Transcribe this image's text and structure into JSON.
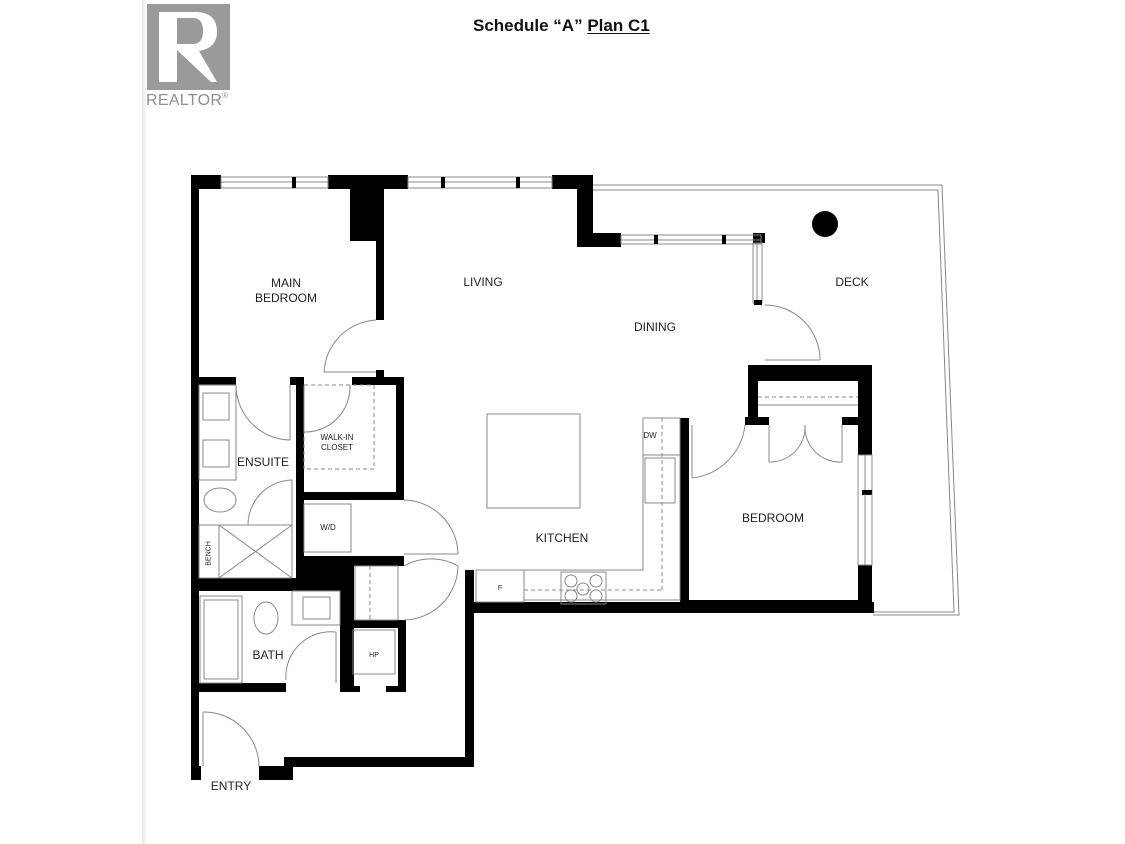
{
  "brand": {
    "logo_icon": "realtor-r-logo-icon",
    "logo_text": "REALTOR",
    "registered_mark": "®",
    "logo_color": "#9a9a9a"
  },
  "header": {
    "title_prefix": "Schedule “A”",
    "title_plan": "Plan C1"
  },
  "floorplan": {
    "wall_color": "#000000",
    "line_color": "#888888",
    "rooms": {
      "main_bedroom": "MAIN\nBEDROOM",
      "main_bedroom_line1": "MAIN",
      "main_bedroom_line2": "BEDROOM",
      "living": "LIVING",
      "dining": "DINING",
      "deck": "DECK",
      "walk_in_closet_line1": "WALK-IN",
      "walk_in_closet_line2": "CLOSET",
      "ensuite": "ENSUITE",
      "kitchen": "KITCHEN",
      "bedroom": "BEDROOM",
      "bath": "BATH",
      "entry": "ENTRY"
    },
    "fixtures": {
      "washer_dryer": "W/D",
      "dishwasher": "DW",
      "fridge": "F",
      "heat_pump": "HP",
      "bench": "BENCH"
    }
  }
}
